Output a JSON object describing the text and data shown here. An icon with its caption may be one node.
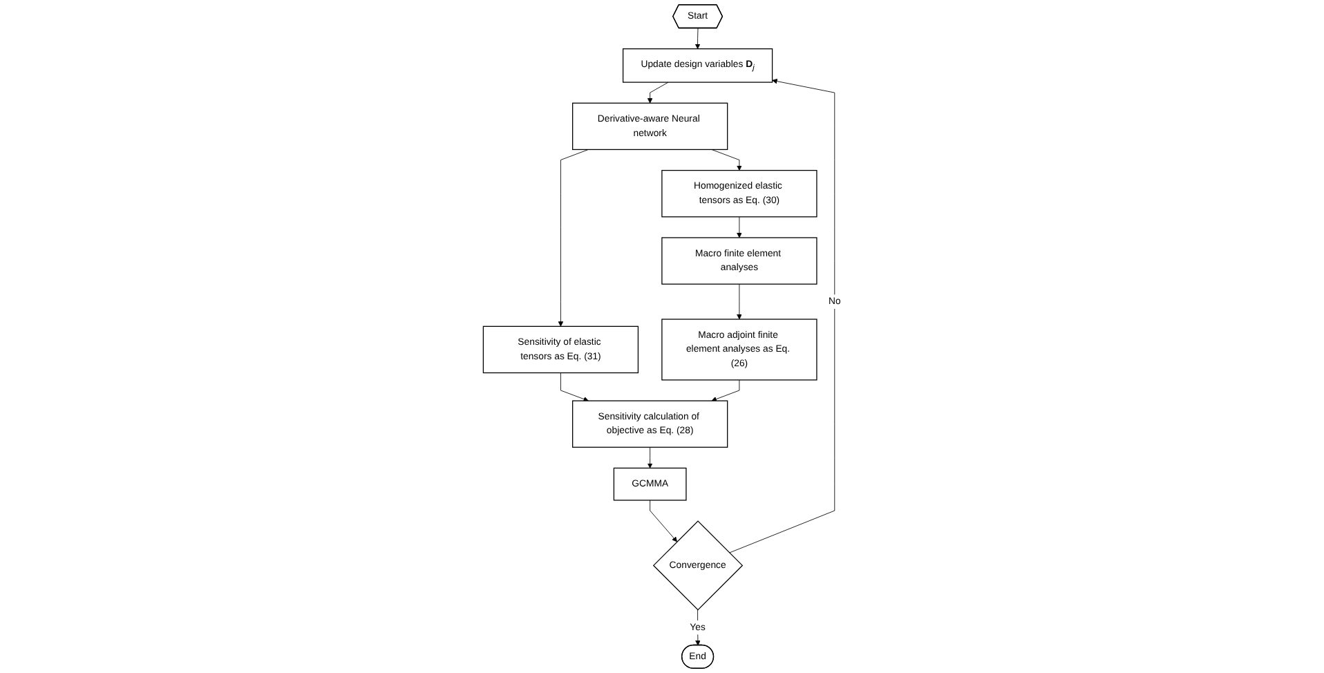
{
  "diagram": {
    "nodes": [
      {
        "text": [
          "Start"
        ]
      },
      {
        "text": [
          "Update design variables **D**$_{j}$"
        ]
      },
      {
        "text": [
          "Derivative-aware Neural network"
        ]
      },
      {
        "text": [
          "Sensitivity of elastic tensors as Eq. (31)"
        ]
      },
      {
        "text": [
          "Homogenized elastic tensors as Eq. (30)"
        ]
      },
      {
        "text": [
          "Macro finite element analyses"
        ]
      },
      {
        "text": [
          "Macro adjoint finite element analyses as Eq. (26)"
        ]
      },
      {
        "text": [
          "Sensitivity calculation of objective as Eq. (28)"
        ]
      },
      {
        "text": [
          "GCMMA"
        ]
      },
      {
        "text": [
          "Convergence"
        ]
      },
      {
        "text": [
          "End"
        ]
      }
    ],
    "edges": [
      {
        "from": 0,
        "to": 1,
        "arrow": "to"
      },
      {
        "from": 1,
        "to": 2,
        "arrow": "to"
      },
      {
        "from": 2,
        "to": 3,
        "arrow": "to"
      },
      {
        "from": 2,
        "to": 4,
        "arrow": "to"
      },
      {
        "from": 3,
        "to": 7,
        "arrow": "to"
      },
      {
        "from": 4,
        "to": 5,
        "arrow": "to"
      },
      {
        "from": 5,
        "to": 6,
        "arrow": "to"
      },
      {
        "from": 6,
        "to": 7,
        "arrow": "to"
      },
      {
        "from": 7,
        "to": 8,
        "arrow": "to"
      },
      {
        "from": 8,
        "to": 9,
        "arrow": "to"
      },
      {
        "from": 9,
        "to": 10,
        "arrow": "to",
        "label": "Yes"
      },
      {
        "from": 9,
        "to": 1,
        "arrow": "to",
        "label": "No"
      }
    ]
  }
}
